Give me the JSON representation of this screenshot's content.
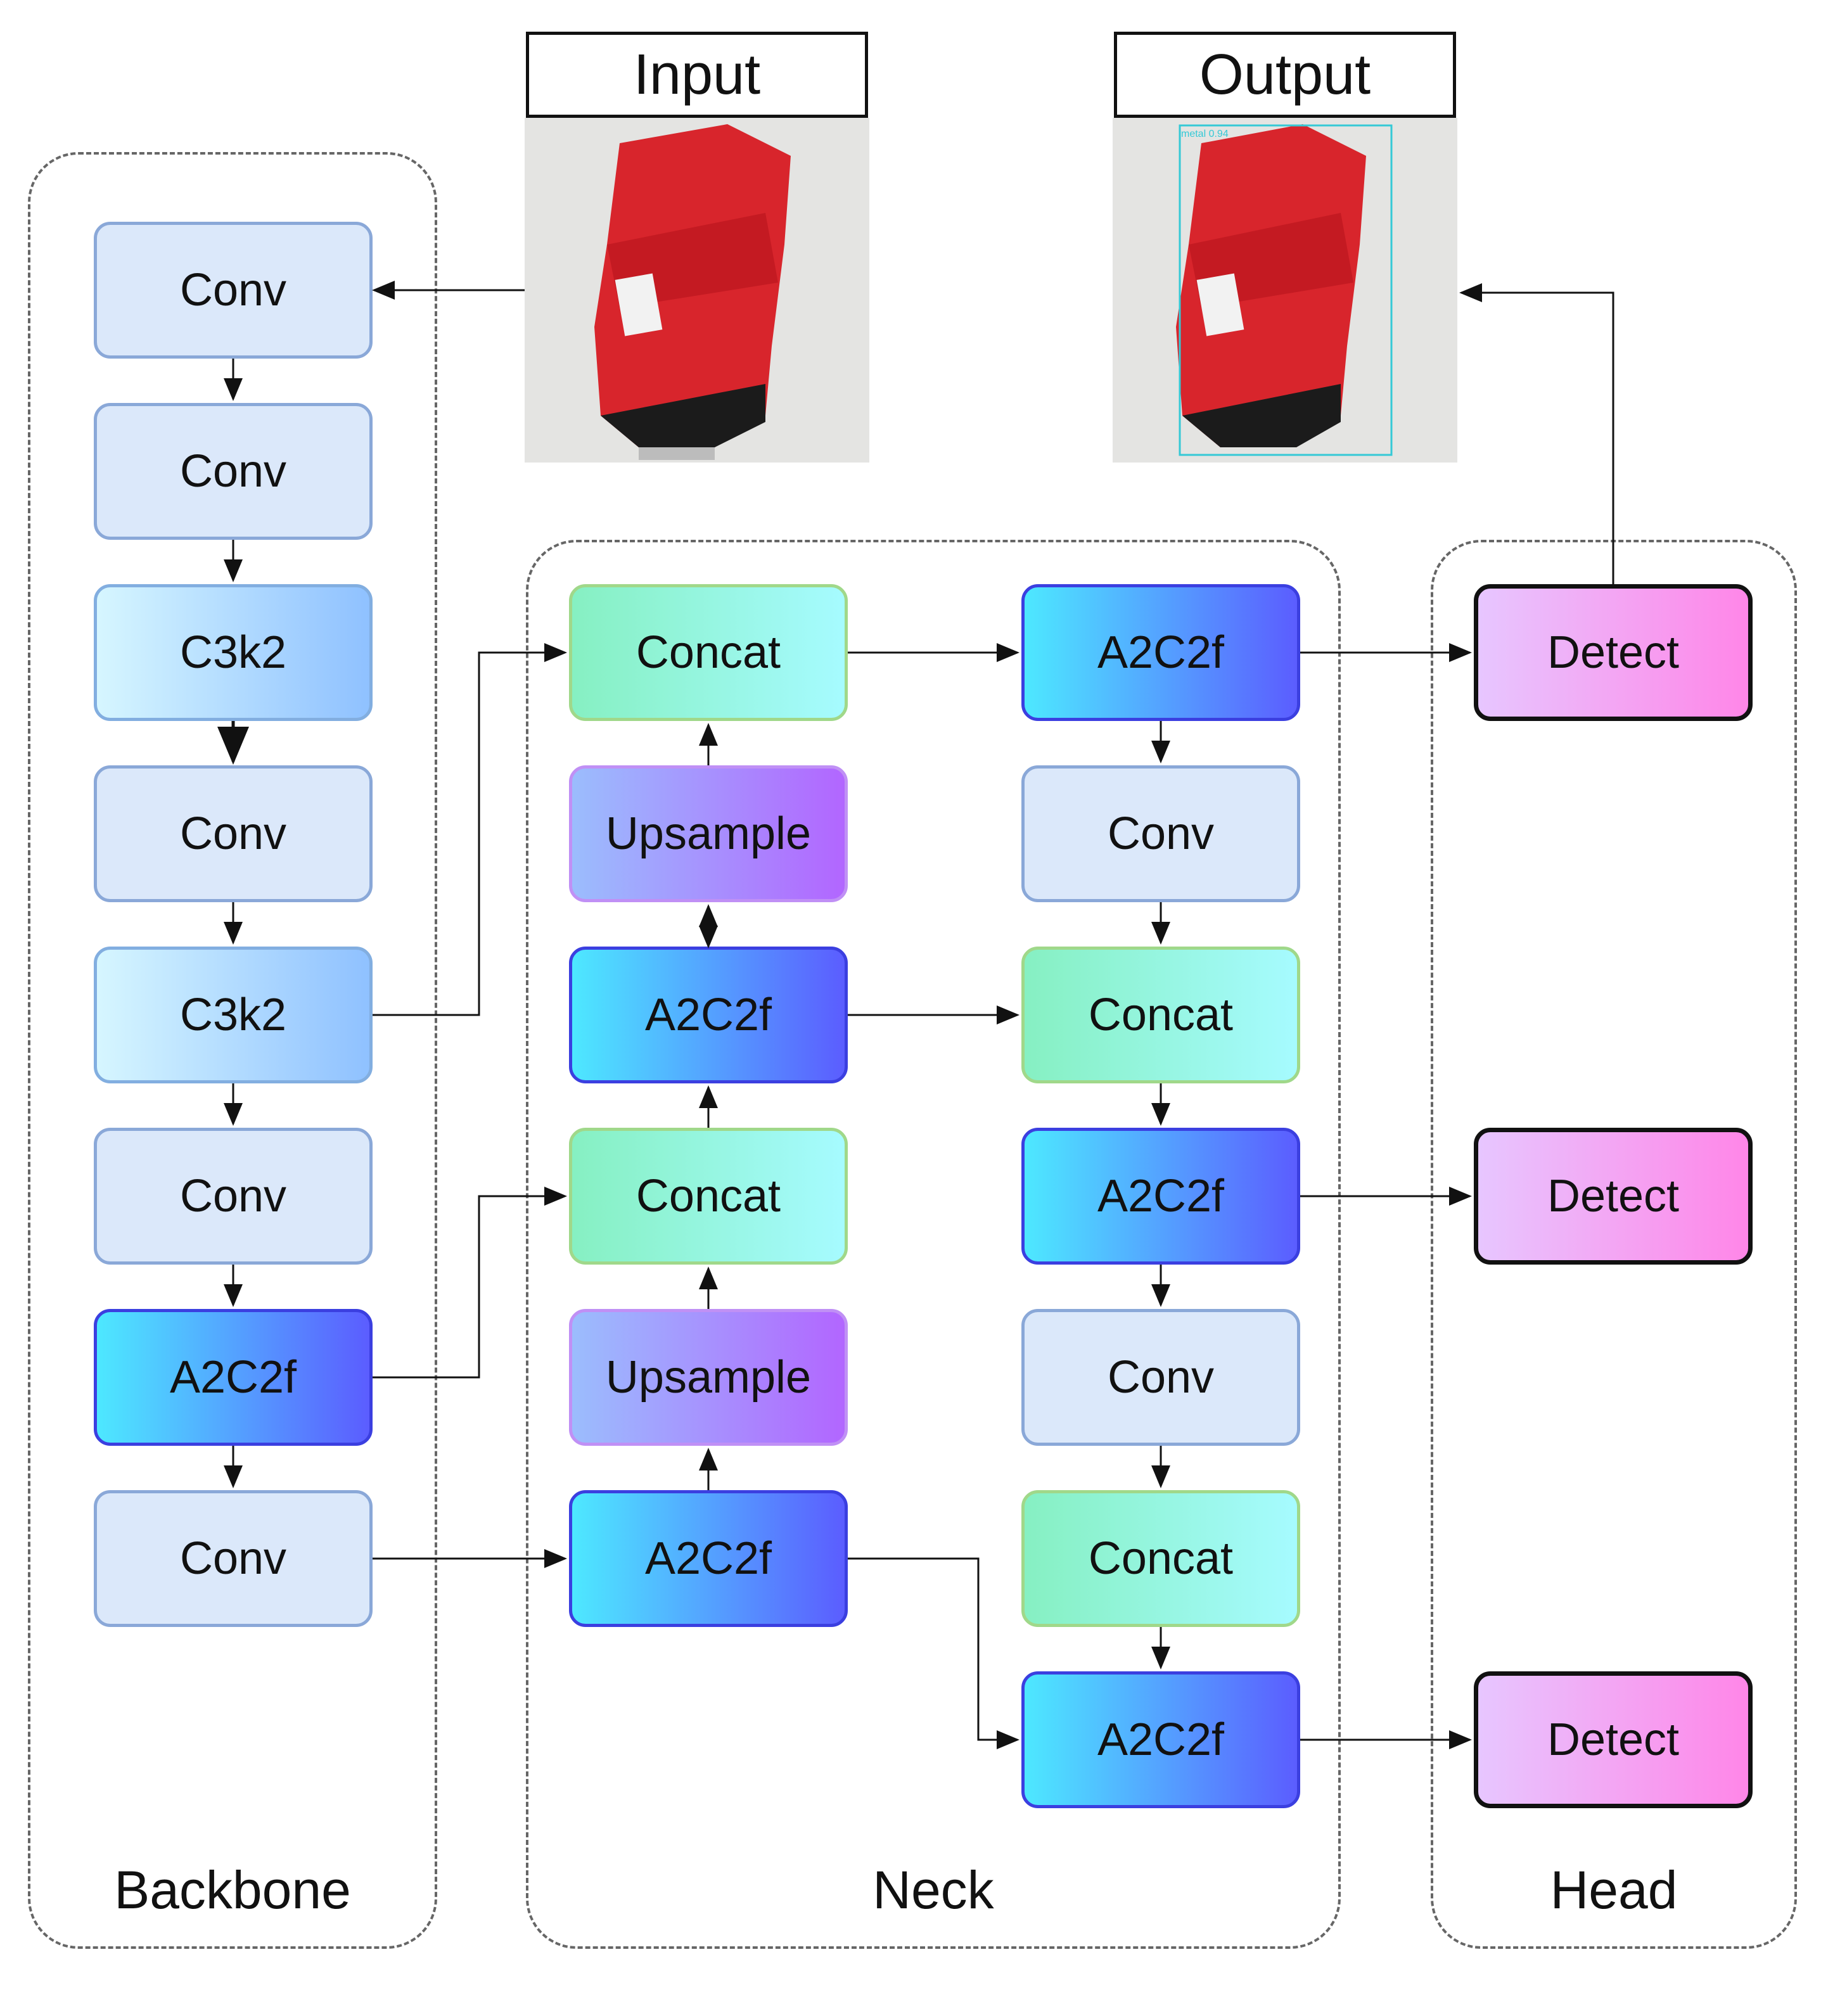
{
  "header": {
    "input_label": "Input",
    "output_label": "Output"
  },
  "groups": {
    "backbone": "Backbone",
    "neck": "Neck",
    "head": "Head"
  },
  "output_detection": {
    "label": "metal 0.94",
    "box_color": "#35c9d6"
  },
  "backbone": {
    "b1": "Conv",
    "b2": "Conv",
    "b3": "C3k2",
    "b4": "Conv",
    "b5": "C3k2",
    "b6": "Conv",
    "b7": "A2C2f",
    "b8": "Conv"
  },
  "neck_left": {
    "n1": "Concat",
    "n2": "Upsample",
    "n3": "A2C2f",
    "n4": "Concat",
    "n5": "Upsample",
    "n6": "A2C2f"
  },
  "neck_right": {
    "m1": "A2C2f",
    "m2": "Conv",
    "m3": "Concat",
    "m4": "A2C2f",
    "m5": "Conv",
    "m6": "Concat",
    "m7": "A2C2f"
  },
  "head": {
    "d1": "Detect",
    "d2": "Detect",
    "d3": "Detect"
  },
  "colors": {
    "conv": "#dbe8fa",
    "c3k2": "#8fc1ff",
    "a2c2f": "#5b5dff",
    "concat": "#86f0c2",
    "upsample": "#b266ff",
    "detect": "#ff86e8"
  }
}
